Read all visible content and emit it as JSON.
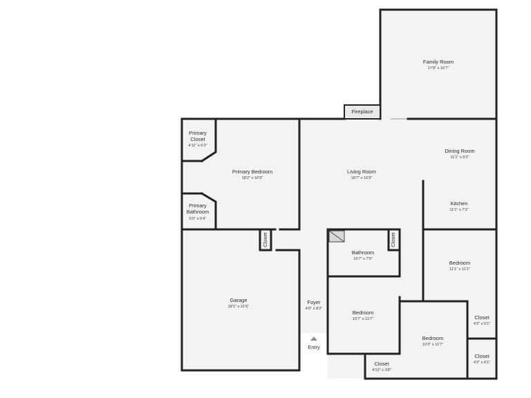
{
  "colors": {
    "floor": "#f3f3f3",
    "wall": "#222222",
    "window": "#c8c8c8",
    "text": "#2b2b2b"
  },
  "rooms": {
    "family_room": {
      "name": "Family Room",
      "dims": "17'8\" x 16'7\""
    },
    "fireplace": {
      "name": "Fireplace"
    },
    "primary_closet": {
      "name": "Primary\nCloset",
      "dims": "4'11\" x 6'2\""
    },
    "primary_bedroom": {
      "name": "Primary Bedroom",
      "dims": "18'2\" x 16'9\""
    },
    "living_room": {
      "name": "Living Room",
      "dims": "18'7\" x 16'9\""
    },
    "dining_room": {
      "name": "Dining Room",
      "dims": "11'1\" x 9'2\""
    },
    "kitchen": {
      "name": "Kitchen",
      "dims": "11'1\" x 7'3\""
    },
    "primary_bathroom": {
      "name": "Primary\nBathroom",
      "dims": "5'0\" x 5'4\""
    },
    "closet_garage": {
      "name": "Closet"
    },
    "bathroom": {
      "name": "Bathroom",
      "dims": "10'7\" x 7'0\""
    },
    "closet_bath": {
      "name": "Closet"
    },
    "bedroom_right": {
      "name": "Bedroom",
      "dims": "11'1\" x 11'1\""
    },
    "garage": {
      "name": "Garage",
      "dims": "18'1\" x 21'6\""
    },
    "foyer": {
      "name": "Foyer",
      "dims": "4'0\" x 8'2\""
    },
    "bedroom_middle": {
      "name": "Bedroom",
      "dims": "10'7\" x 11'7\""
    },
    "closet_r1": {
      "name": "Closet",
      "dims": "4'2\" x 5'1\""
    },
    "bedroom_bottom": {
      "name": "Bedroom",
      "dims": "10'3\" x 11'7\""
    },
    "closet_r2": {
      "name": "Closet",
      "dims": "4'2\" x 6'1\""
    },
    "closet_bottom": {
      "name": "Closet",
      "dims": "4'10\" x 3'8\""
    },
    "entry": {
      "name": "Entry"
    }
  }
}
